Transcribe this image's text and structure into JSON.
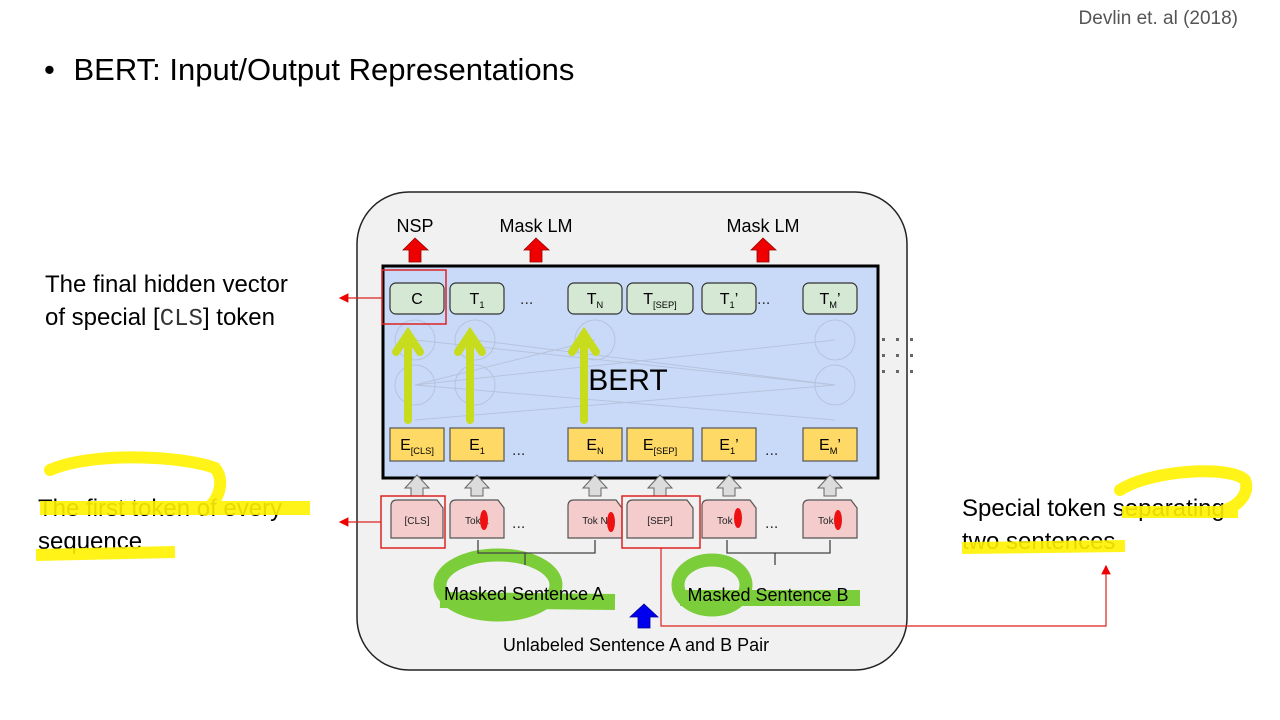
{
  "citation": "Devlin et. al (2018)",
  "slide": {
    "bullet": "•",
    "title": "BERT: Input/Output Representations"
  },
  "annotations": {
    "cls_output": {
      "line1": "The final hidden vector",
      "line2_prefix": "of special [",
      "line2_mono": "CLS",
      "line2_suffix": "] token"
    },
    "first_token": {
      "line1": "The first token of every",
      "line2": "sequence"
    },
    "separator": {
      "line1": "Special token separating",
      "line2": "two sentences"
    }
  },
  "diagram": {
    "top_labels": {
      "nsp": "NSP",
      "mask_lm_1": "Mask LM",
      "mask_lm_2": "Mask LM"
    },
    "model_label": "BERT",
    "output_tokens": [
      {
        "main": "C",
        "sub": "",
        "prime": ""
      },
      {
        "main": "T",
        "sub": "1",
        "prime": ""
      },
      {
        "main": "T",
        "sub": "N",
        "prime": ""
      },
      {
        "main": "T",
        "sub": "[SEP]",
        "prime": ""
      },
      {
        "main": "T",
        "sub": "1",
        "prime": "’"
      },
      {
        "main": "T",
        "sub": "M",
        "prime": "’"
      }
    ],
    "embeddings": [
      {
        "main": "E",
        "sub": "[CLS]",
        "prime": ""
      },
      {
        "main": "E",
        "sub": "1",
        "prime": ""
      },
      {
        "main": "E",
        "sub": "N",
        "prime": ""
      },
      {
        "main": "E",
        "sub": "[SEP]",
        "prime": ""
      },
      {
        "main": "E",
        "sub": "1",
        "prime": "’"
      },
      {
        "main": "E",
        "sub": "M",
        "prime": "’"
      }
    ],
    "input_tokens": [
      "[CLS]",
      "Tok 1",
      "Tok N",
      "[SEP]",
      "Tok 1",
      "TokM"
    ],
    "ellipsis": "...",
    "sentence_a": "Masked Sentence A",
    "sentence_b": "Masked Sentence B",
    "pair_label": "Unlabeled Sentence A and B Pair"
  },
  "colors": {
    "output_box": "#d5e8d4",
    "embed_box": "#ffd966",
    "input_box": "#f4cccc",
    "bert_bg": "#c9daf8",
    "red_arrow": "#ff0000",
    "highlight_yellow": "#fff200",
    "highlight_green": "#7ccd3a"
  }
}
